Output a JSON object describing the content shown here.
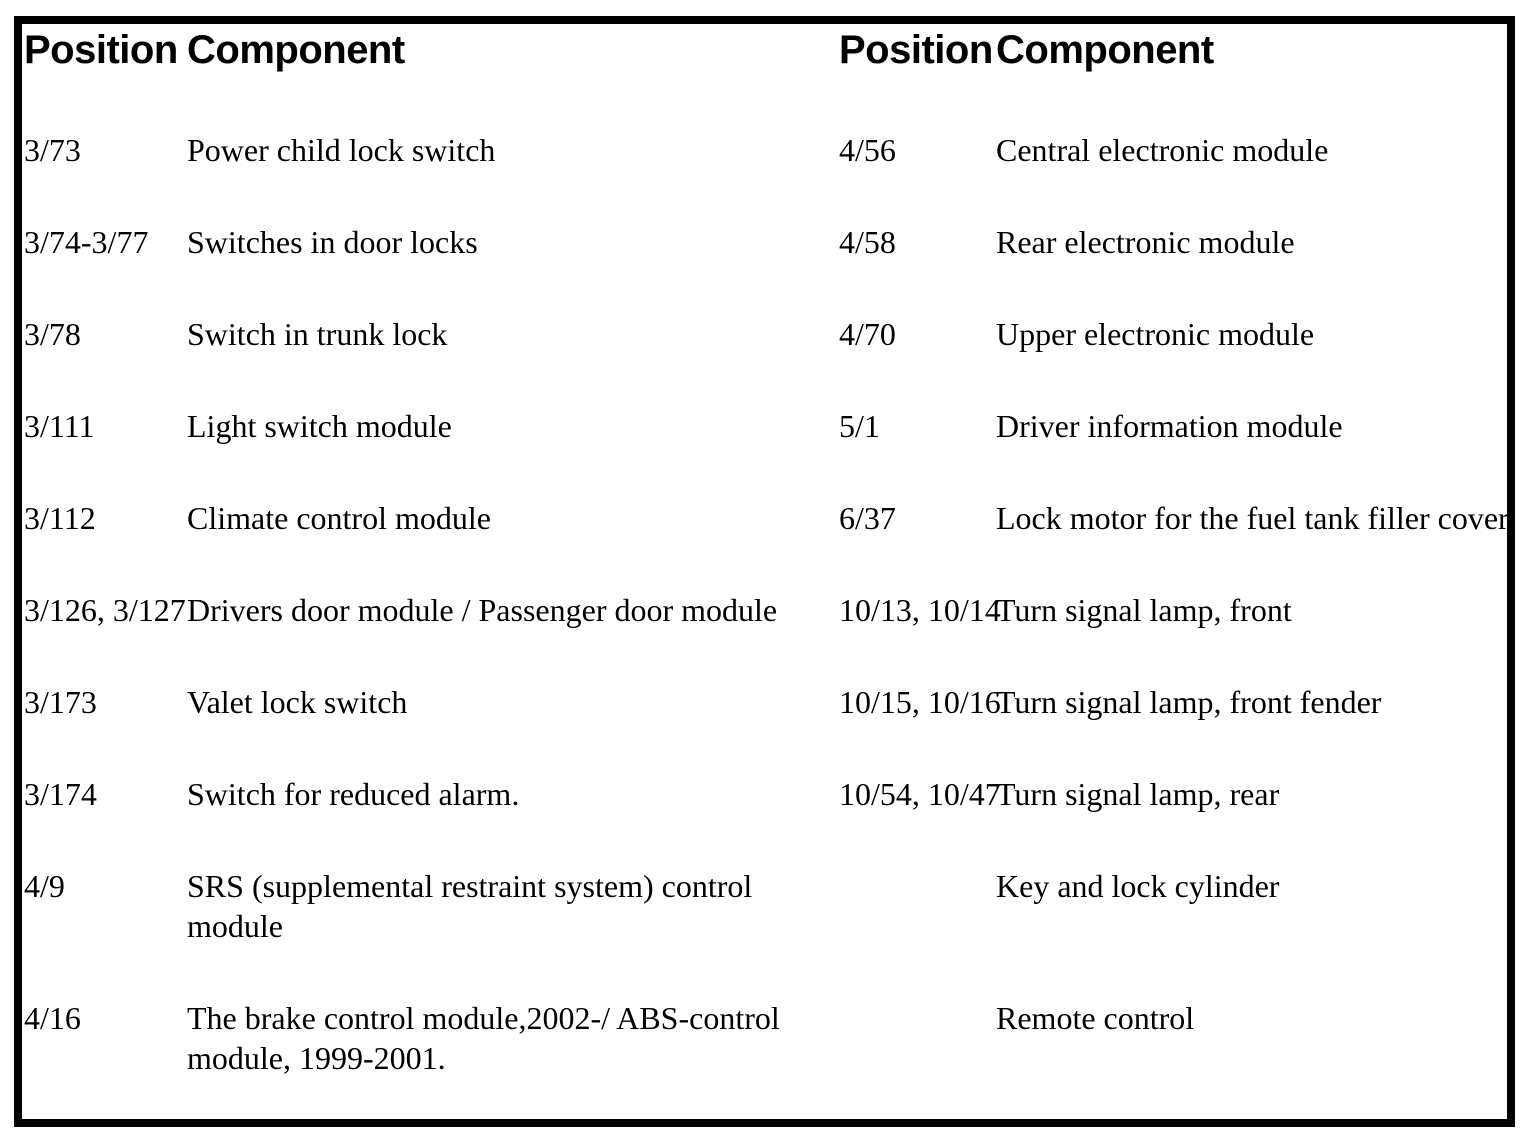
{
  "table": {
    "left": {
      "header": {
        "position": "Position",
        "component": "Component"
      },
      "rows": [
        {
          "position": "3/73",
          "component": "Power child lock switch"
        },
        {
          "position": "3/74-3/77",
          "component": "Switches in door locks"
        },
        {
          "position": "3/78",
          "component": "Switch in trunk lock"
        },
        {
          "position": "3/111",
          "component": "Light switch module"
        },
        {
          "position": "3/112",
          "component": "Climate control module"
        },
        {
          "position": "3/126, 3/127",
          "component": "Drivers door module / Passenger door module"
        },
        {
          "position": "3/173",
          "component": "Valet lock switch"
        },
        {
          "position": "3/174",
          "component": "Switch for reduced alarm."
        },
        {
          "position": "4/9",
          "component": "SRS (supplemental restraint system) control module"
        },
        {
          "position": "4/16",
          "component": "The brake control module,2002-/ ABS-control module, 1999-2001."
        }
      ]
    },
    "right": {
      "header": {
        "position": "Position",
        "component": "Component"
      },
      "rows": [
        {
          "position": "4/56",
          "component": "Central electronic module"
        },
        {
          "position": "4/58",
          "component": "Rear electronic module"
        },
        {
          "position": "4/70",
          "component": "Upper electronic module"
        },
        {
          "position": "5/1",
          "component": "Driver information module"
        },
        {
          "position": "6/37",
          "component": "Lock motor for the fuel tank filler cover"
        },
        {
          "position": "10/13, 10/14",
          "component": "Turn signal lamp, front"
        },
        {
          "position": "10/15, 10/16",
          "component": "Turn signal lamp, front fender"
        },
        {
          "position": "10/54, 10/47",
          "component": "Turn signal lamp, rear"
        },
        {
          "position": "",
          "component": "Key and lock cylinder"
        },
        {
          "position": "",
          "component": "Remote control"
        }
      ]
    }
  }
}
